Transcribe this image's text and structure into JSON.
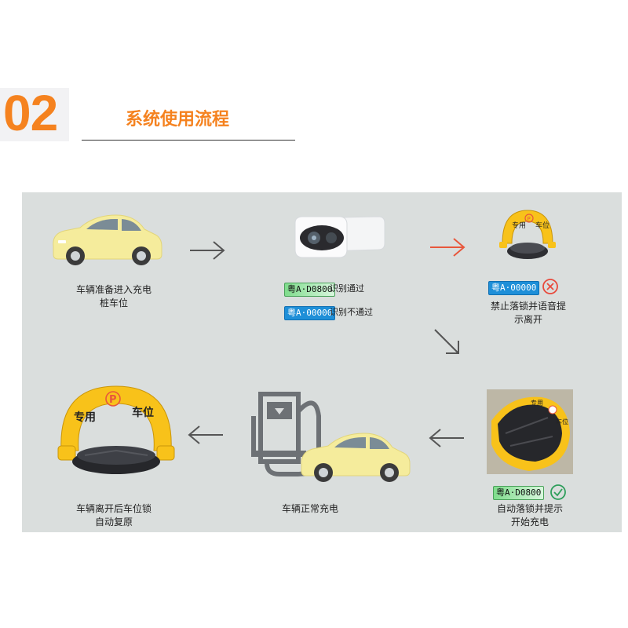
{
  "header": {
    "number": "02",
    "title": "系统使用流程"
  },
  "steps": {
    "car_enter": {
      "caption_line1": "车辆准备进入充电",
      "caption_line2": "桩车位"
    },
    "recognition": {
      "plate_pass": "粤A·D0800",
      "pass_text": "识别通过",
      "plate_fail": "粤A·00000",
      "fail_text": "识别不通过"
    },
    "lock_forbid": {
      "plate": "粤A·00000",
      "caption_line1": "禁止落锁并语音提",
      "caption_line2": "示离开"
    },
    "lock_down": {
      "plate": "粤A·D0800",
      "caption_line1": "自动落锁并提示",
      "caption_line2": "开始充电"
    },
    "charging": {
      "caption": "车辆正常充电"
    },
    "reset": {
      "lock_label_left": "专用",
      "lock_label_right": "车位",
      "lock_symbol": "P",
      "caption_line1": "车辆离开后车位锁",
      "caption_line2": "自动复原"
    }
  },
  "colors": {
    "accent": "#f5821f",
    "arrow_gray": "#555555",
    "arrow_red": "#e8573c",
    "success_green": "#2e9e5b",
    "fail_red": "#e84a3c",
    "lock_yellow": "#f8c21a"
  }
}
